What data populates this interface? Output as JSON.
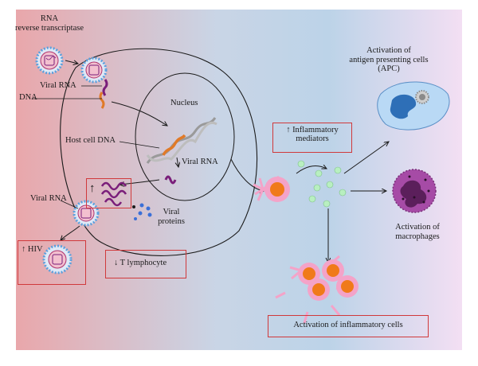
{
  "labels": {
    "rna_reverse_transcriptase": [
      "RNA",
      "reverse transcriptase"
    ],
    "viral_rna_top": "Viral RNA",
    "dna": "DNA",
    "nucleus": "Nucleus",
    "host_cell_dna": "Host cell DNA",
    "viral_rna_nucleus": "Viral RNA",
    "viral_rna_left": "Viral RNA",
    "viral_proteins": [
      "Viral",
      "proteins"
    ],
    "inflammatory_mediators": [
      "↑ Inflammatory",
      "mediators"
    ],
    "activation_apc": [
      "Activation of",
      "antigen presenting cells",
      "(APC)"
    ],
    "activation_macrophages": [
      "Activation of",
      "macrophages"
    ],
    "up_arrow": "↑",
    "hiv": "↑ HIV",
    "t_lymphocyte": "↓ T lymphocyte",
    "activation_inflammatory": "Activation of inflammatory cells"
  },
  "colors": {
    "background_left": "#e9a7ab",
    "background_mid": "#bcd3e8",
    "background_right": "#f3dff3",
    "highlight_box": "#d0393b",
    "viral_rna": "#7a1e7a",
    "dna_orange": "#e07a28",
    "dna_gray": "#9a9a9a",
    "virion_spikes": "#5aa0de",
    "apc": "#b9d9f5",
    "apc_nucleus": "#2e6fb7",
    "macrophage": "#a64ba6",
    "inflammatory_cell": "#f4a3c8",
    "inflammatory_core": "#f07a1a",
    "mediator_dots": "#b8efc0"
  }
}
